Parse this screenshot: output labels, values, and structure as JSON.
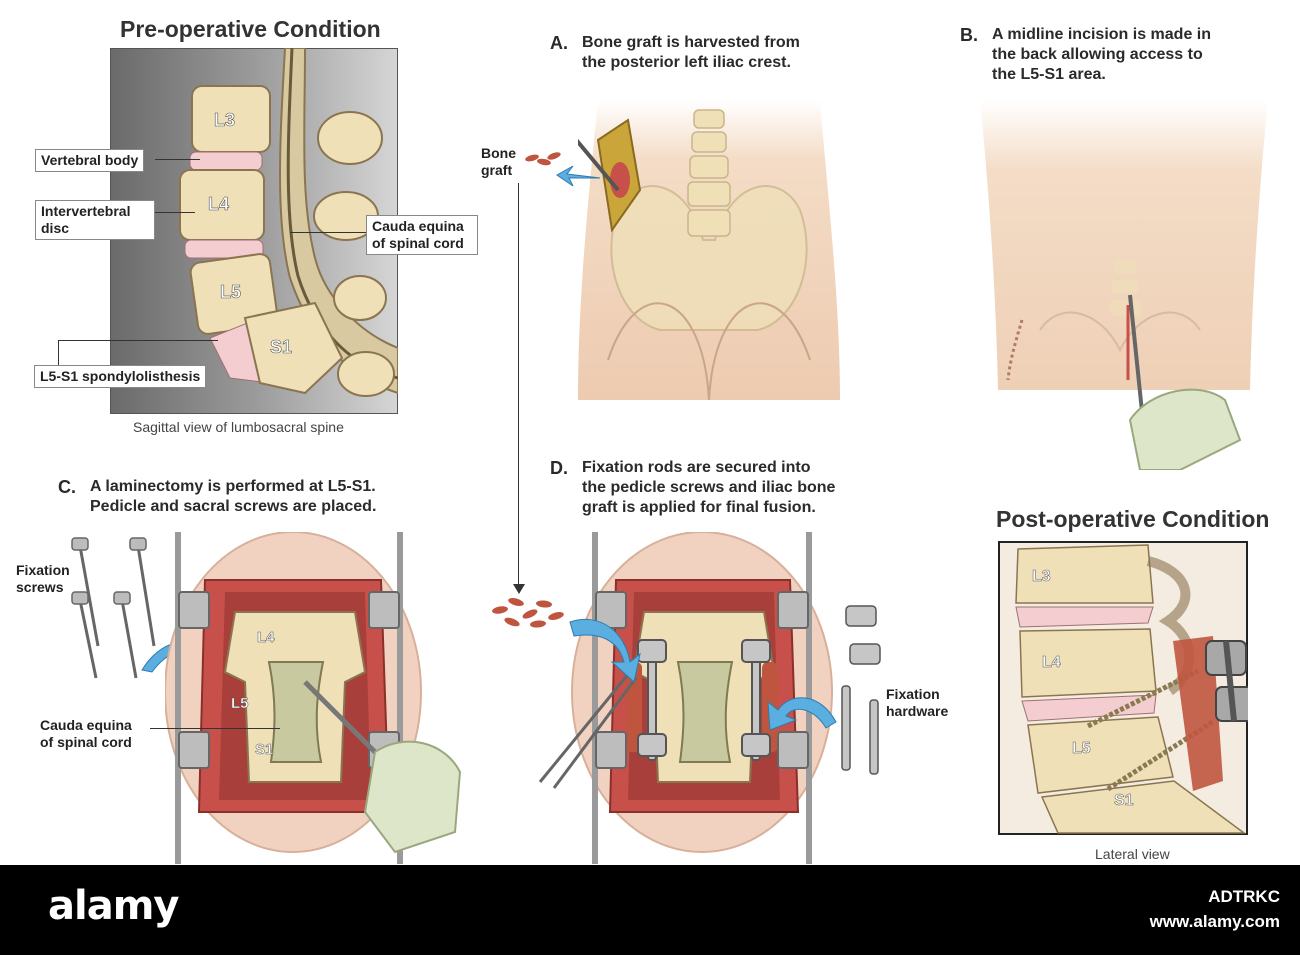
{
  "preop": {
    "title": "Pre-operative Condition",
    "vertebrae": [
      "L3",
      "L4",
      "L5",
      "S1"
    ],
    "labels": {
      "vertebral_body": "Vertebral body",
      "intervertebral_disc": "Intervertebral\ndisc",
      "cauda_equina": "Cauda equina\nof spinal cord",
      "spondylolisthesis": "L5-S1 spondylolisthesis"
    },
    "caption": "Sagittal view of lumbosacral spine"
  },
  "step_a": {
    "letter": "A.",
    "text": "Bone graft is harvested from\nthe posterior left iliac crest.",
    "bone_graft_label": "Bone\ngraft"
  },
  "step_b": {
    "letter": "B.",
    "text": "A midline incision is made in\nthe back allowing access to\nthe L5-S1 area."
  },
  "step_c": {
    "letter": "C.",
    "text": "A laminectomy is performed at L5-S1.\nPedicle and sacral screws are placed.",
    "fixation_screws_label": "Fixation\nscrews",
    "cauda_equina_label": "Cauda equina\nof spinal cord",
    "vertebrae": [
      "L4",
      "L5",
      "S1"
    ]
  },
  "step_d": {
    "letter": "D.",
    "text": "Fixation rods are secured into\nthe pedicle screws and iliac bone\ngraft is applied for final fusion.",
    "fixation_hardware_label": "Fixation\nhardware"
  },
  "postop": {
    "title": "Post-operative Condition",
    "vertebrae": [
      "L3",
      "L4",
      "L5",
      "S1"
    ],
    "caption": "Lateral view"
  },
  "footer": {
    "logo": "alamy",
    "image_id": "ADTRKC",
    "url": "www.alamy.com"
  },
  "colors": {
    "bone": "#efe0b8",
    "disc": "#f3cdd0",
    "skin": "#f4dcc6",
    "tissue": "#c8504a",
    "arrow": "#5aaee0",
    "graft": "#c0553f"
  }
}
